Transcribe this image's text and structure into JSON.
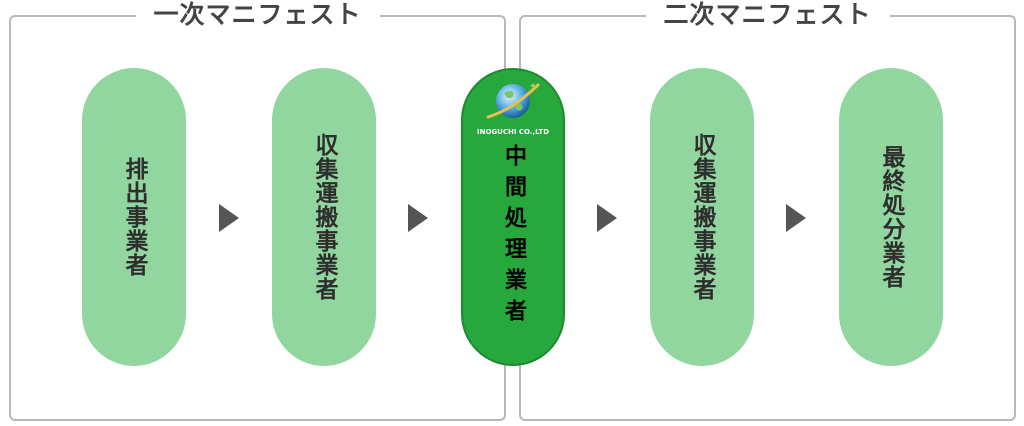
{
  "groups": {
    "primary_title": "一次マニフェスト",
    "secondary_title": "二次マニフェスト"
  },
  "steps": [
    {
      "label": "排出事業者"
    },
    {
      "label": "収集運搬事業者"
    },
    {
      "label": "中間処理業者"
    },
    {
      "label": "収集運搬事業者"
    },
    {
      "label": "最終処分業者"
    }
  ],
  "logo": {
    "text": "INOGUCHI CO.,LTD",
    "icon": "globe-logo-icon"
  },
  "colors": {
    "pill_light": "#91d69e",
    "pill_center": "#26a83c",
    "border": "#b8b8b8",
    "arrow": "#555555"
  }
}
